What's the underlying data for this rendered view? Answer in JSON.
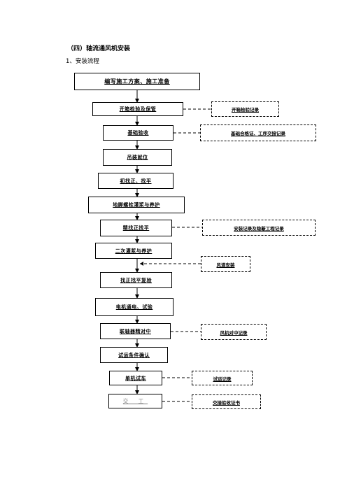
{
  "heading": "（四）轴流通风机安装",
  "subheading": "1、安装流程",
  "steps": [
    "编写施工方案、施工准备",
    "开箱检验及保管",
    "基础验收",
    "吊装就位",
    "初找正、找平",
    "地脚螺栓灌浆与养护",
    "精找正找平",
    "二次灌浆与养护",
    "找正找平复验",
    "电机通电、试验",
    "联轴器精对中",
    "试运条件确认",
    "单机试车",
    "交 工"
  ],
  "records": [
    "开箱检验记录",
    "基础合格证、工序交接记录",
    "安装记录及隐蔽工程记录",
    "风道安装",
    "风机对中记录",
    "试运记录",
    "交接验收证书"
  ]
}
